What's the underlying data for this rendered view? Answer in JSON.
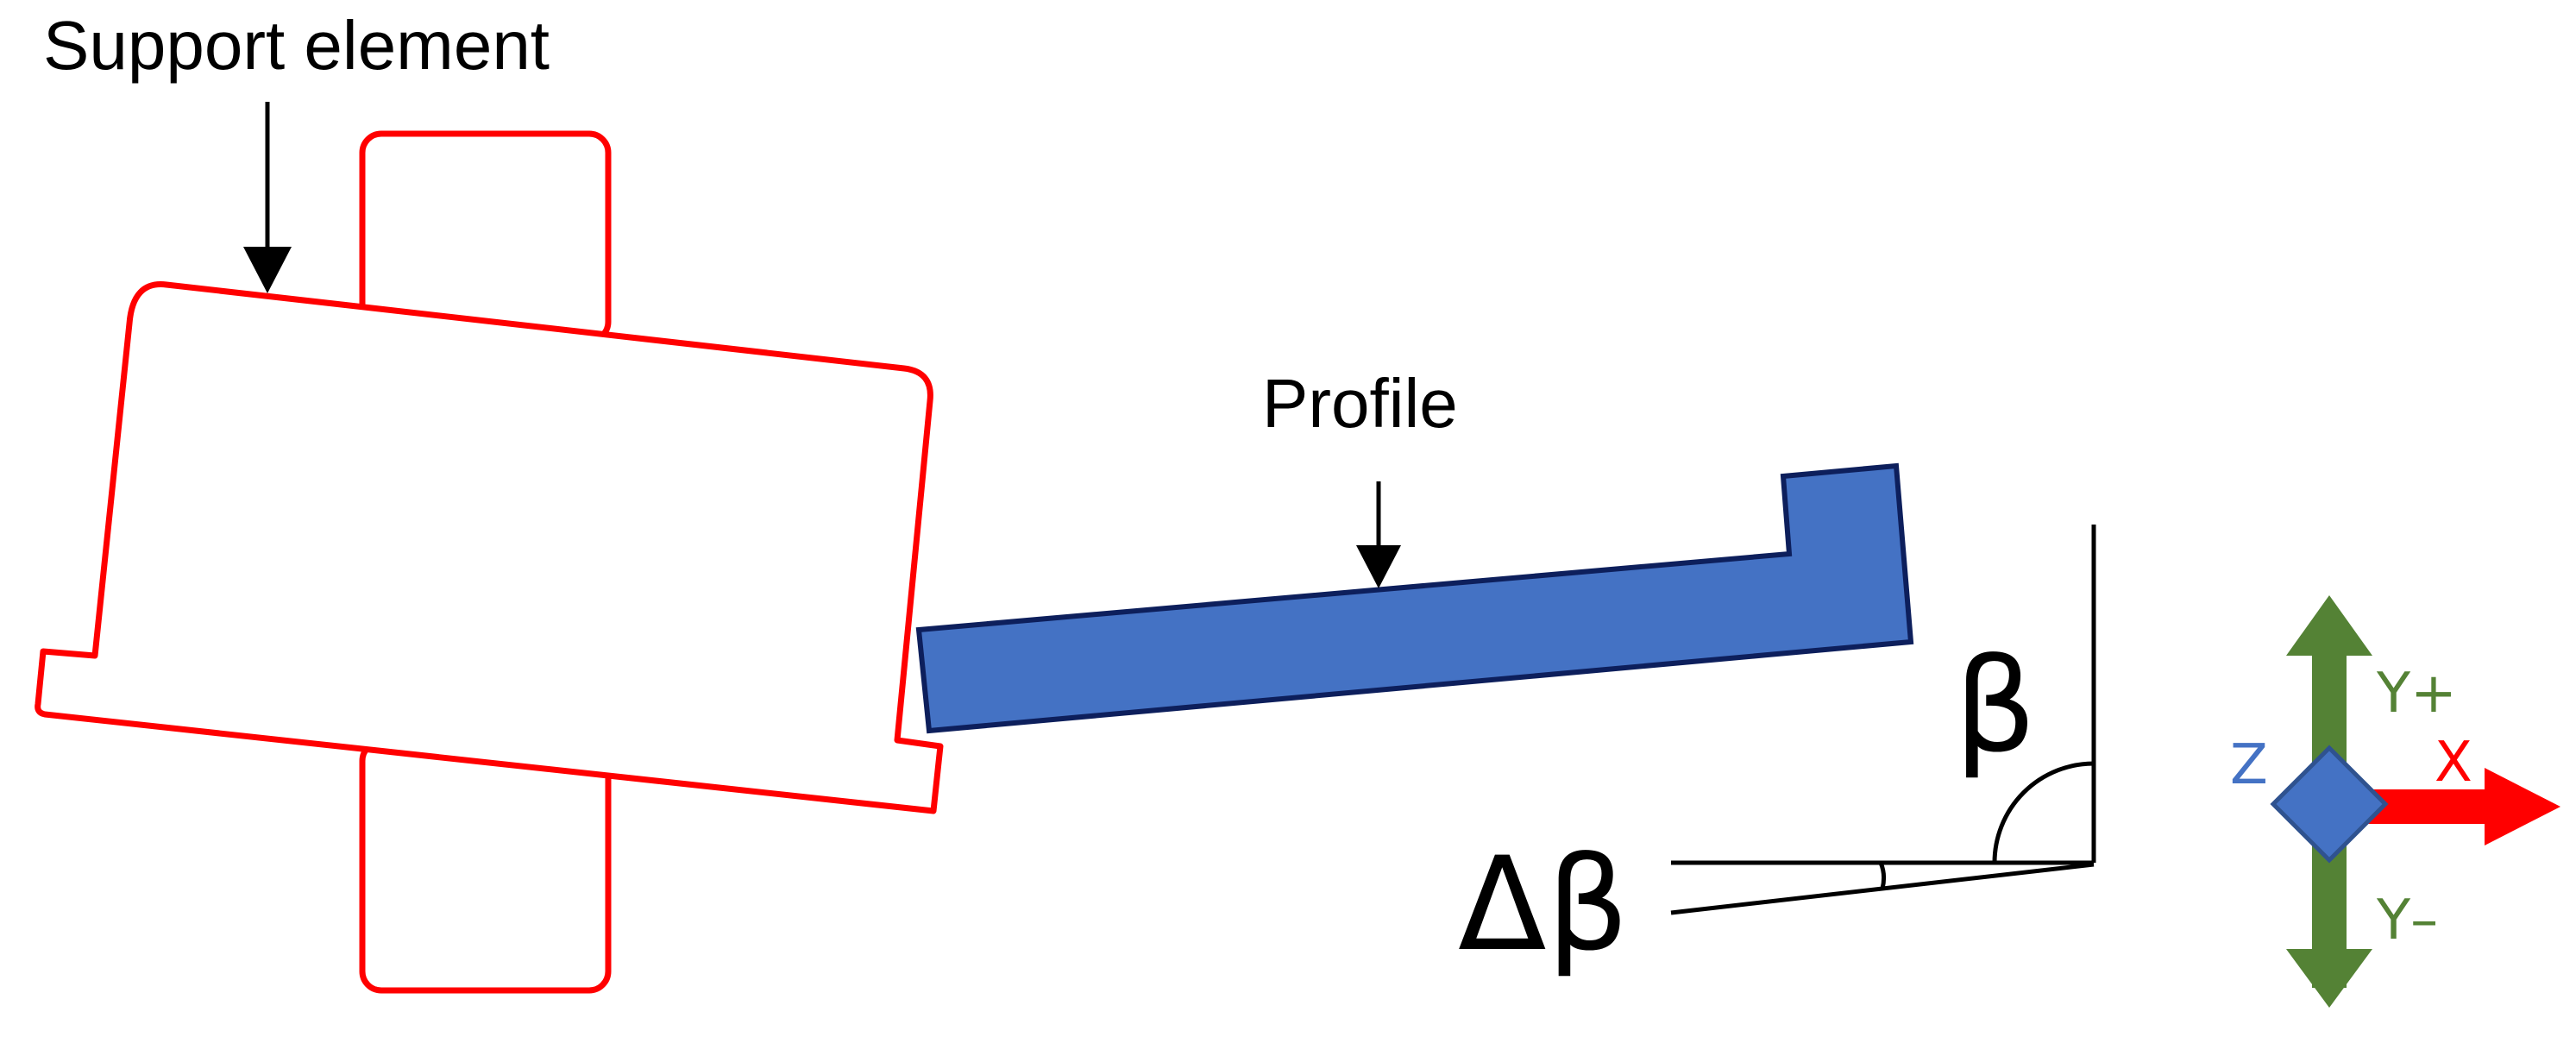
{
  "labels": {
    "support_element": "Support element",
    "profile": "Profile",
    "angle_beta": "β",
    "angle_delta_beta": "Δβ"
  },
  "axes": {
    "y_plus": "Y+",
    "y_minus": "Y–",
    "x": "X",
    "z": "Z"
  },
  "colors": {
    "support_outline": "#ff0000",
    "profile_fill": "#4472c4",
    "profile_stroke": "#0d1f5c",
    "y_axis": "#548235",
    "x_axis": "#ff0000",
    "z_axis": "#4472c4",
    "line": "#000000"
  }
}
